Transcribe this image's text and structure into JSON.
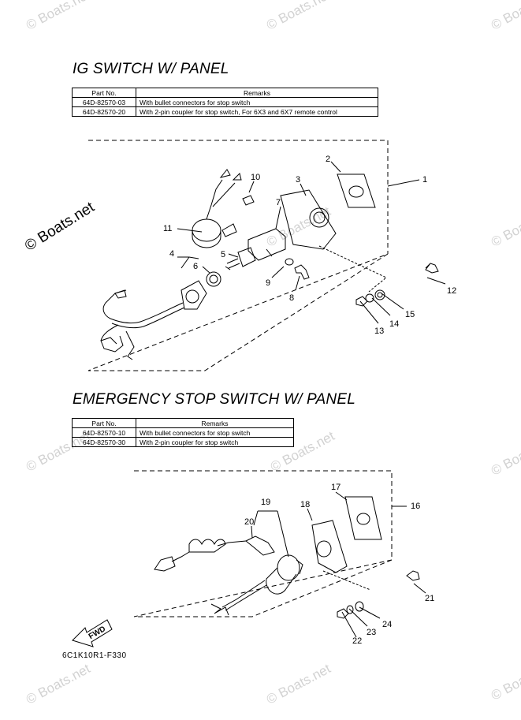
{
  "watermarks": [
    "© Boats.net",
    "© Boats.net",
    "© Boats.net",
    "© Boats.net",
    "© Boats.net",
    "© Boats.net",
    "© Boats.net",
    "© Boats.net",
    "© Boats.net",
    "© Boats.net",
    "© Boats.net"
  ],
  "main_watermark": "© Boats.net",
  "section1": {
    "title": "IG SWITCH W/ PANEL",
    "table": {
      "headers": [
        "Part No.",
        "Remarks"
      ],
      "rows": [
        [
          "64D-82570-03",
          "With bullet connectors for stop switch"
        ],
        [
          "64D-82570-20",
          "With 2-pin coupler for stop switch, For 6X3 and 6X7 remote control"
        ]
      ]
    },
    "callouts": [
      "1",
      "2",
      "3",
      "4",
      "5",
      "6",
      "7",
      "8",
      "9",
      "10",
      "11",
      "12",
      "13",
      "14",
      "15"
    ]
  },
  "section2": {
    "title": "EMERGENCY STOP SWITCH W/ PANEL",
    "table": {
      "headers": [
        "Part No.",
        "Remarks"
      ],
      "rows": [
        [
          "64D-82570-10",
          "With bullet connectors for stop switch"
        ],
        [
          "64D-82570-30",
          "With 2-pin coupler for stop switch"
        ]
      ]
    },
    "callouts": [
      "16",
      "17",
      "18",
      "19",
      "20",
      "21",
      "22",
      "23",
      "24"
    ]
  },
  "fwd_label": "FWD",
  "drawing_code": "6C1K10R1-F330"
}
